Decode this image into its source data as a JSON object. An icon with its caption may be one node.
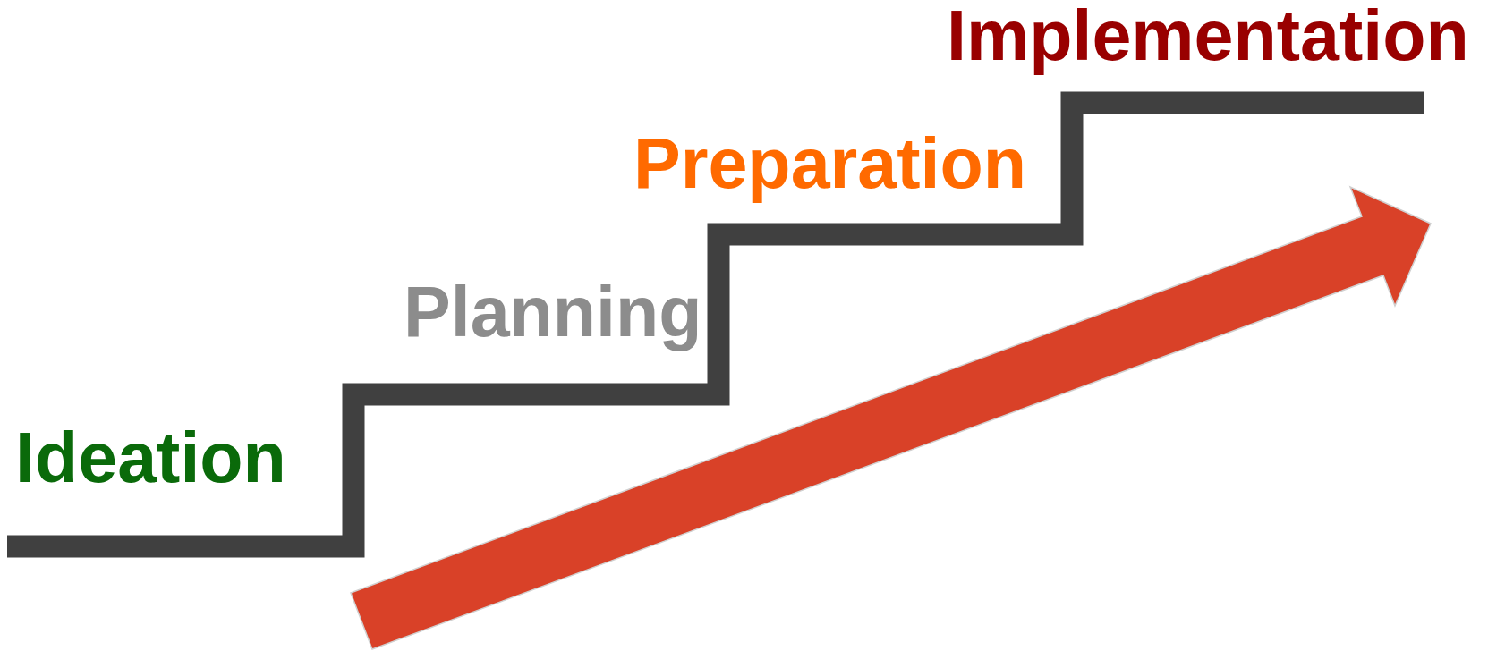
{
  "diagram": {
    "labels": [
      "Ideation",
      "Planning",
      "Preparation",
      "Implementation"
    ]
  }
}
